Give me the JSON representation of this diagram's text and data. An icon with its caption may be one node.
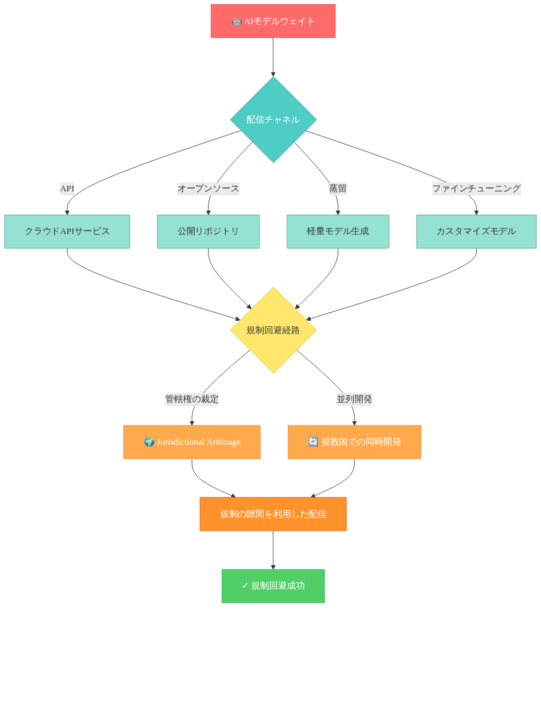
{
  "diagram": {
    "nodes": [
      {
        "text": [
          "🤖 AIモデルウェイト"
        ]
      },
      {
        "text": [
          "配信チャネル"
        ]
      },
      {
        "text": [
          "クラウドAPIサービス"
        ]
      },
      {
        "text": [
          "公開リポジトリ"
        ]
      },
      {
        "text": [
          "軽量モデル生成"
        ]
      },
      {
        "text": [
          "カスタマイズモデル"
        ]
      },
      {
        "text": [
          "規制回避経路"
        ]
      },
      {
        "text": [
          "🌍 Jurisdictional Arbitrage"
        ]
      },
      {
        "text": [
          "🔄 複数国での同時開発"
        ]
      },
      {
        "text": [
          "規制の隙間を利用した配信"
        ]
      },
      {
        "text": [
          "✓ 規制回避成功"
        ]
      }
    ],
    "edges": [
      {
        "from": 0,
        "to": 1,
        "arrow": "to"
      },
      {
        "from": 1,
        "to": 2,
        "arrow": "to",
        "label": "API"
      },
      {
        "from": 1,
        "to": 3,
        "arrow": "to",
        "label": "オープンソース"
      },
      {
        "from": 1,
        "to": 4,
        "arrow": "to",
        "label": "蒸留"
      },
      {
        "from": 1,
        "to": 5,
        "arrow": "to",
        "label": "ファインチューニング"
      },
      {
        "from": 2,
        "to": 6,
        "arrow": "to"
      },
      {
        "from": 3,
        "to": 6,
        "arrow": "to"
      },
      {
        "from": 4,
        "to": 6,
        "arrow": "to"
      },
      {
        "from": 5,
        "to": 6,
        "arrow": "to"
      },
      {
        "from": 6,
        "to": 7,
        "arrow": "to",
        "label": "管轄権の裁定"
      },
      {
        "from": 6,
        "to": 8,
        "arrow": "to",
        "label": "並列開発"
      },
      {
        "from": 7,
        "to": 9,
        "arrow": "to"
      },
      {
        "from": 8,
        "to": 9,
        "arrow": "to"
      },
      {
        "from": 9,
        "to": 10,
        "arrow": "to"
      }
    ]
  }
}
